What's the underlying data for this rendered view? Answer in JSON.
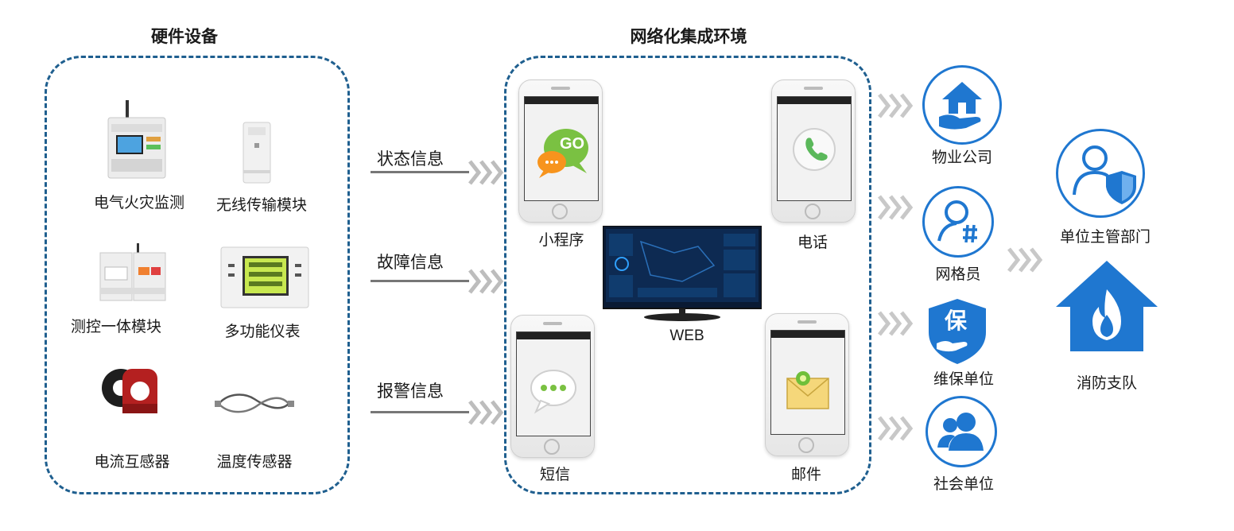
{
  "groups": {
    "hardware": {
      "title": "硬件设备",
      "devices": [
        {
          "label": "电气火灾监测"
        },
        {
          "label": "无线传输模块"
        },
        {
          "label": "测控一体模块"
        },
        {
          "label": "多功能仪表"
        },
        {
          "label": "电流互感器"
        },
        {
          "label": "温度传感器"
        }
      ]
    },
    "network": {
      "title": "网络化集成环境",
      "channels": [
        {
          "label": "小程序"
        },
        {
          "label": "电话"
        },
        {
          "label": "WEB"
        },
        {
          "label": "短信"
        },
        {
          "label": "邮件"
        }
      ]
    }
  },
  "flows": [
    {
      "label": "状态信息"
    },
    {
      "label": "故障信息"
    },
    {
      "label": "报警信息"
    }
  ],
  "recipients": [
    {
      "label": "物业公司"
    },
    {
      "label": "网格员"
    },
    {
      "label": "维保单位"
    },
    {
      "label": "社会单位"
    }
  ],
  "authorities": [
    {
      "label": "单位主管部门"
    },
    {
      "label": "消防支队"
    }
  ],
  "icons": {
    "wechat_badge": "GO",
    "protect_char": "保"
  },
  "colors": {
    "border": "#1f5f8f",
    "accent": "#1f77d0",
    "chevron": "#c8c8c8"
  }
}
